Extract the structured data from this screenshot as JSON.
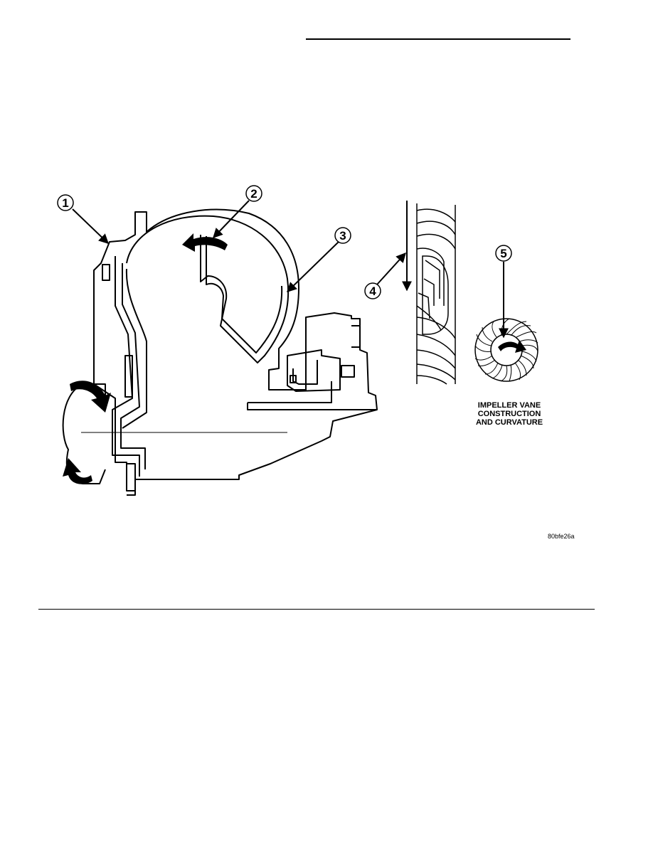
{
  "callouts": [
    "1",
    "2",
    "3",
    "4",
    "5"
  ],
  "caption": {
    "line1": "IMPELLER VANE",
    "line2": "CONSTRUCTION",
    "line3": "AND CURVATURE"
  },
  "figure_code": "80bfe26a"
}
